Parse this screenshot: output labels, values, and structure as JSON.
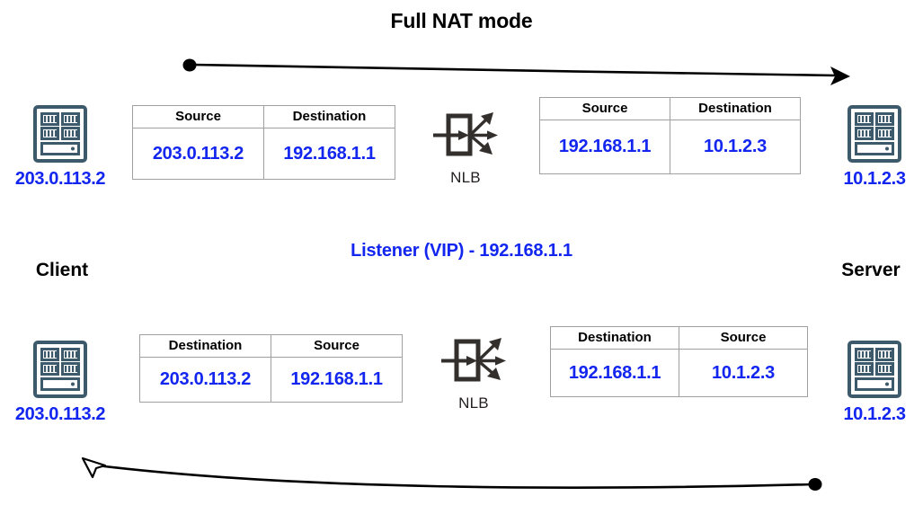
{
  "title": "Full NAT mode",
  "colors": {
    "blue": "#1226ef",
    "black": "#000000",
    "server_icon": "#3c5a6b",
    "nlb_icon": "#332f2d",
    "table_border": "#a0a0a0"
  },
  "middle": {
    "listener_label": "Listener (VIP) - 192.168.1.1",
    "client_label": "Client",
    "server_label": "Server"
  },
  "nodes": {
    "client_top": {
      "icon": "server-rack-icon",
      "ip": "203.0.113.2"
    },
    "server_top": {
      "icon": "server-rack-icon",
      "ip": "10.1.2.3"
    },
    "client_bottom": {
      "icon": "server-rack-icon",
      "ip": "203.0.113.2"
    },
    "server_bottom": {
      "icon": "server-rack-icon",
      "ip": "10.1.2.3"
    }
  },
  "nlb": {
    "top": {
      "icon": "nlb-load-balancer-icon",
      "label": "NLB"
    },
    "bottom": {
      "icon": "nlb-load-balancer-icon",
      "label": "NLB"
    }
  },
  "tables": {
    "top_left": {
      "headers": [
        "Source",
        "Destination"
      ],
      "values": [
        "203.0.113.2",
        "192.168.1.1"
      ]
    },
    "top_right": {
      "headers": [
        "Source",
        "Destination"
      ],
      "values": [
        "192.168.1.1",
        "10.1.2.3"
      ]
    },
    "bottom_left": {
      "headers": [
        "Destination",
        "Source"
      ],
      "values": [
        "203.0.113.2",
        "192.168.1.1"
      ]
    },
    "bottom_right": {
      "headers": [
        "Destination",
        "Source"
      ],
      "values": [
        "192.168.1.1",
        "10.1.2.3"
      ]
    }
  },
  "arrows": {
    "top": {
      "direction": "left-to-right",
      "start_marker": "filled-dot",
      "end_marker": "filled-arrowhead"
    },
    "bottom": {
      "direction": "right-to-left",
      "start_marker": "filled-dot",
      "end_marker": "hollow-arrowhead"
    }
  }
}
